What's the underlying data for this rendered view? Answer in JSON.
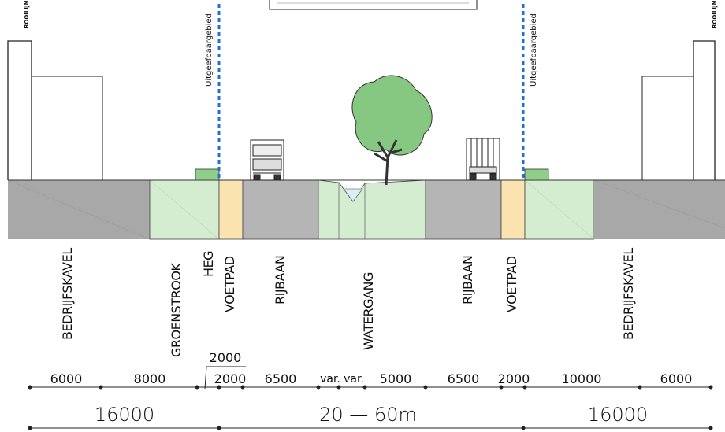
{
  "tiny_marker": "ROOILIJN",
  "boundary_label": "Uitgeefbaargebied",
  "zones": {
    "bedrijfskavel": "BEDRIJFSKAVEL",
    "groenstrook": "GROENSTROOK",
    "heg": "HEG",
    "voetpad": "VOETPAD",
    "rijbaan": "RIJBAAN",
    "watergang": "WATERGANG"
  },
  "dimensions": {
    "d_left_6000": "6000",
    "d_left_8000": "8000",
    "d_top_2000": "2000",
    "d_mid_2000": "2000",
    "d_6500_left": "6500",
    "d_var_1": "var.",
    "d_var_2": "var.",
    "d_5000": "5000",
    "d_6500_right": "6500",
    "d_2000_right": "2000",
    "d_10000": "10000",
    "d_right_6000": "6000"
  },
  "totals": {
    "left": "16000",
    "middle": "20 — 60m",
    "right": "16000"
  },
  "colors": {
    "ground": "#a8a8a8",
    "ground_dark": "#8f8f8f",
    "green_strip": "#d4ecd0",
    "footpath": "#fbe3b0",
    "water": "#d9eef7",
    "tree": "#7dc07a",
    "boundary": "#1f6fe0"
  }
}
